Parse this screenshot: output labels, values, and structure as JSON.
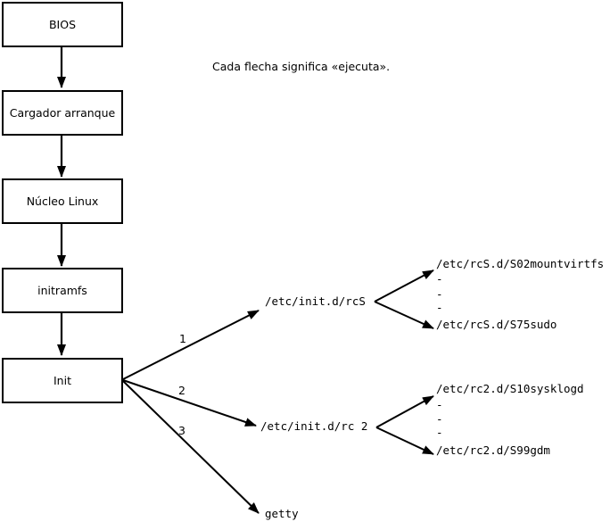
{
  "diagram": {
    "note": "Cada flecha significa «ejecuta».",
    "boot_chain": [
      {
        "label": "BIOS"
      },
      {
        "label": "Cargador arranque"
      },
      {
        "label": "Núcleo Linux"
      },
      {
        "label": "initramfs"
      },
      {
        "label": "Init"
      }
    ],
    "init_branches": [
      {
        "number": "1",
        "target": "/etc/init.d/rcS"
      },
      {
        "number": "2",
        "target": "/etc/init.d/rc 2"
      },
      {
        "number": "3",
        "target": "getty"
      }
    ],
    "rcS_scripts": {
      "first": "/etc/rcS.d/S02mountvirtfs",
      "dots": [
        "-",
        "-",
        "-"
      ],
      "last": "/etc/rcS.d/S75sudo"
    },
    "rc2_scripts": {
      "first": "/etc/rc2.d/S10sysklogd",
      "dots": [
        "-",
        "-",
        "-"
      ],
      "last": "/etc/rc2.d/S99gdm"
    },
    "colors": {
      "line": "#000000",
      "background": "#ffffff",
      "box_fill": "#ffffff"
    }
  }
}
